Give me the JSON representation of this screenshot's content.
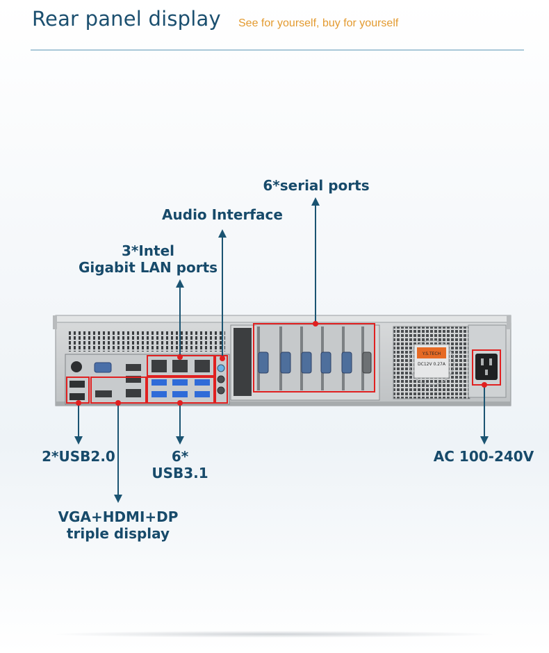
{
  "header": {
    "title": "Rear panel display",
    "subtitle": "See for yourself, buy for yourself"
  },
  "labels": {
    "serial_ports": "6*serial ports",
    "audio": "Audio Interface",
    "lan_line1": "3*Intel",
    "lan_line2": "Gigabit LAN ports",
    "usb2": "2*USB2.0",
    "usb3_line1": "6*",
    "usb3_line2": "USB3.1",
    "display_line1": "VGA+HDMI+DP",
    "display_line2": "triple display",
    "ac": "AC 100-240V"
  },
  "device_markings": {
    "fan_line1": "Y.S.TECH",
    "fan_line2": "DC12V  0.27A"
  },
  "colors": {
    "label_text": "#174a6a",
    "callout_arrow": "#1b5472",
    "highlight": "#e02020",
    "title": "#1b4f6f",
    "subtitle": "#e39a2f"
  }
}
